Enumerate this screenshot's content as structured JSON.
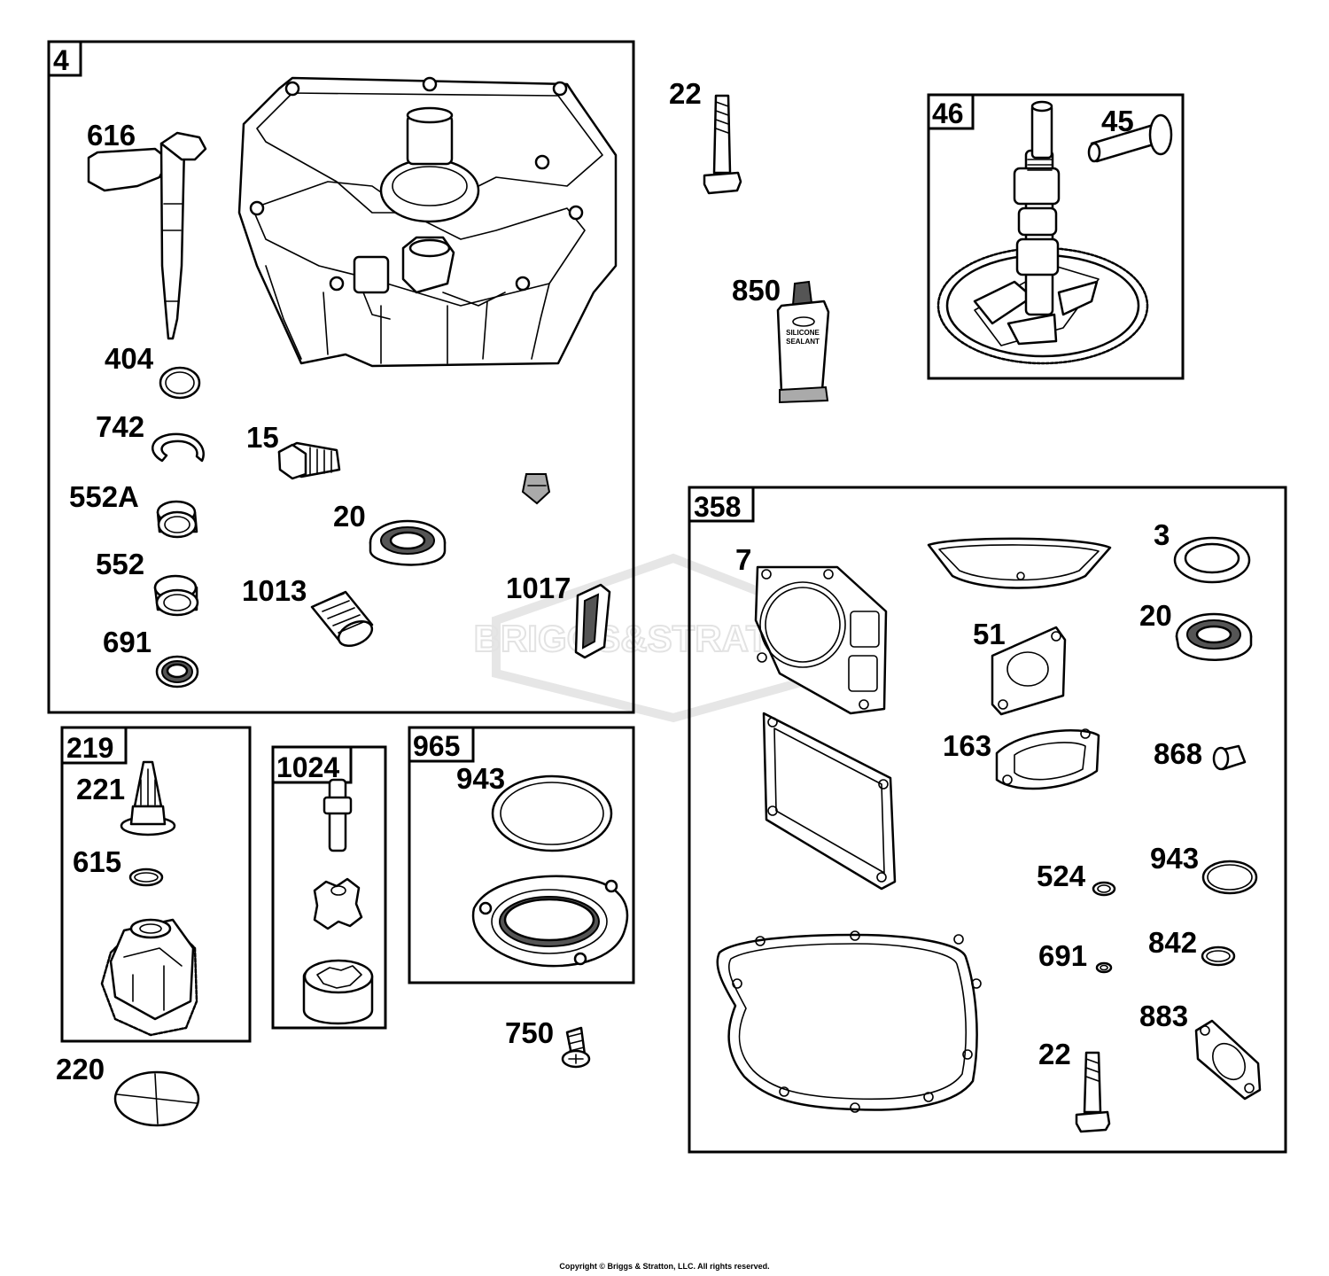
{
  "groups": [
    {
      "id": "4",
      "label": "4"
    },
    {
      "id": "46",
      "label": "46"
    },
    {
      "id": "358",
      "label": "358"
    },
    {
      "id": "219",
      "label": "219"
    },
    {
      "id": "1024",
      "label": "1024"
    },
    {
      "id": "965",
      "label": "965"
    }
  ],
  "parts": {
    "p616": "616",
    "p404": "404",
    "p742": "742",
    "p15": "15",
    "p552a": "552A",
    "p20a": "20",
    "p552": "552",
    "p1013": "1013",
    "p1017": "1017",
    "p691a": "691",
    "p22a": "22",
    "p850": "850",
    "p45": "45",
    "p7": "7",
    "p3": "3",
    "p51": "51",
    "p20b": "20",
    "p163": "163",
    "p868": "868",
    "p524": "524",
    "p943b": "943",
    "p691b": "691",
    "p842": "842",
    "p883": "883",
    "p22b": "22",
    "p221": "221",
    "p615": "615",
    "p220": "220",
    "p943a": "943",
    "p750": "750"
  },
  "sealant_label": [
    "SILICONE",
    "SEALANT"
  ],
  "watermark": "BRIGGS&STRATTON",
  "copyright": "Copyright © Briggs & Stratton, LLC. All rights reserved."
}
